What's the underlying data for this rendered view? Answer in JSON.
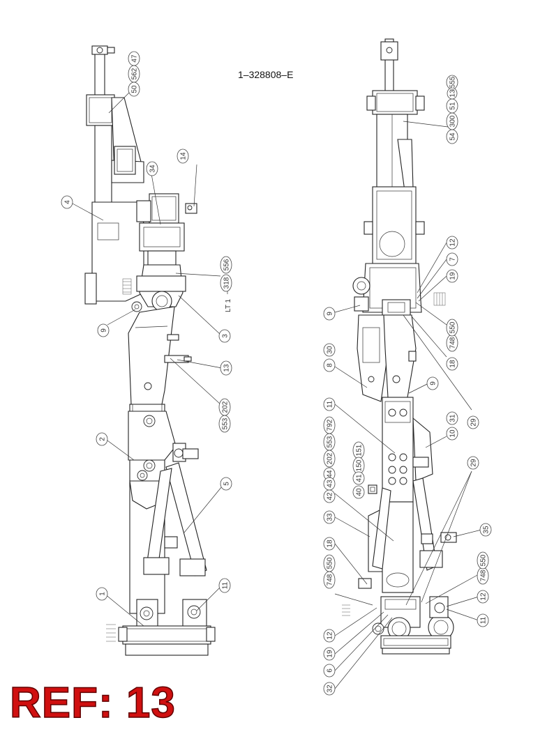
{
  "drawing_number": "1–328808–E",
  "ref_label": "REF: 13",
  "left_view_callouts": [
    "47",
    "562",
    "50",
    "14",
    "34",
    "4",
    "318",
    "556",
    "9",
    "3",
    "13",
    "553",
    "202",
    "2",
    "5",
    "1",
    "11"
  ],
  "left_view_note": "LT 1",
  "right_view_callouts": [
    "54",
    "300",
    "51",
    "13",
    "555",
    "12",
    "7",
    "19",
    "9",
    "748",
    "550",
    "18",
    "30",
    "8",
    "29",
    "9",
    "11",
    "10",
    "31",
    "792",
    "553",
    "202",
    "44",
    "43",
    "42",
    "151",
    "150",
    "41",
    "40",
    "33",
    "29",
    "35",
    "18",
    "748",
    "550",
    "748",
    "550",
    "12",
    "11",
    "12",
    "19",
    "6",
    "32"
  ]
}
